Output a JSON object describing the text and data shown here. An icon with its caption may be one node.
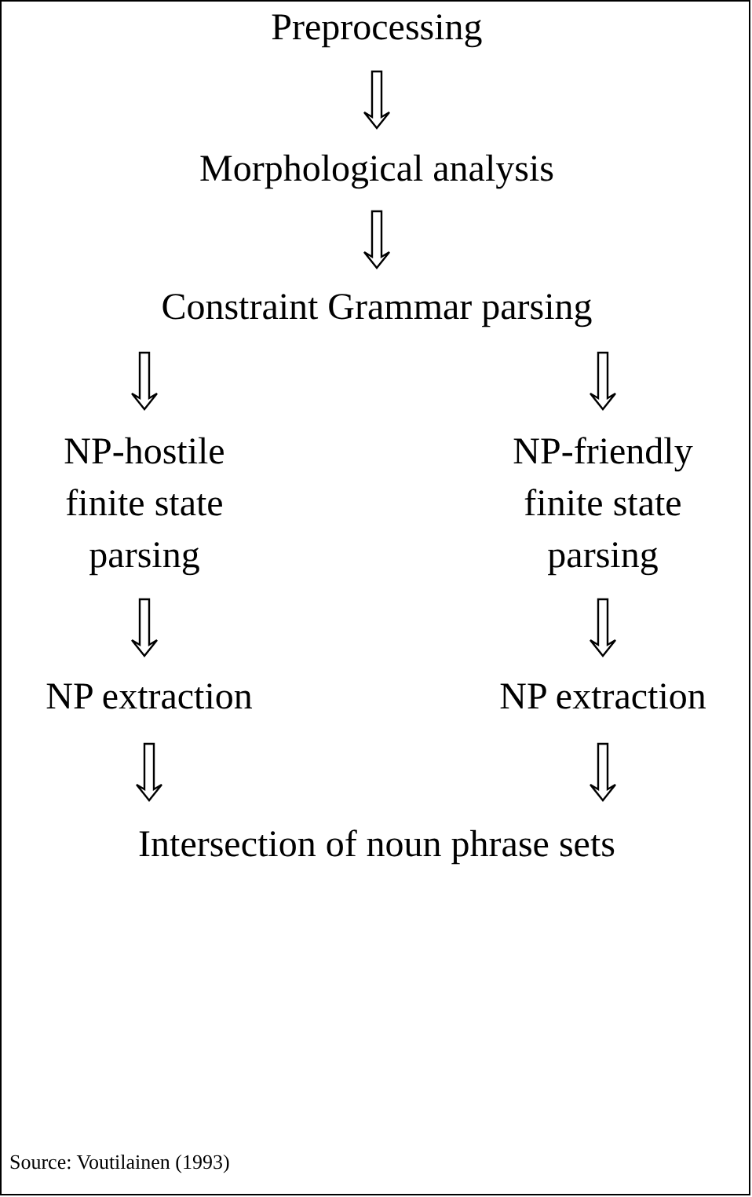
{
  "diagram": {
    "nodes": [
      {
        "text": [
          "Preprocessing"
        ]
      },
      {
        "text": [
          "Morphological analysis"
        ]
      },
      {
        "text": [
          "Constraint Grammar parsing"
        ]
      },
      {
        "text": [
          "NP-hostile finite state parsing"
        ]
      },
      {
        "text": [
          "NP-friendly finite state parsing"
        ]
      },
      {
        "text": [
          "NP extraction"
        ]
      },
      {
        "text": [
          "NP extraction"
        ]
      },
      {
        "text": [
          "Intersection of noun phrase sets"
        ]
      }
    ],
    "edges": [
      {
        "from": 0,
        "to": 1,
        "arrow": "to"
      },
      {
        "from": 1,
        "to": 2,
        "arrow": "to"
      },
      {
        "from": 2,
        "to": 3,
        "arrow": "to"
      },
      {
        "from": 2,
        "to": 4,
        "arrow": "to"
      },
      {
        "from": 3,
        "to": 5,
        "arrow": "to"
      },
      {
        "from": 4,
        "to": 6,
        "arrow": "to"
      },
      {
        "from": 5,
        "to": 7,
        "arrow": "to"
      },
      {
        "from": 6,
        "to": 7,
        "arrow": "to"
      }
    ],
    "labels": [
      "Source: Voutilainen (1993)"
    ]
  }
}
